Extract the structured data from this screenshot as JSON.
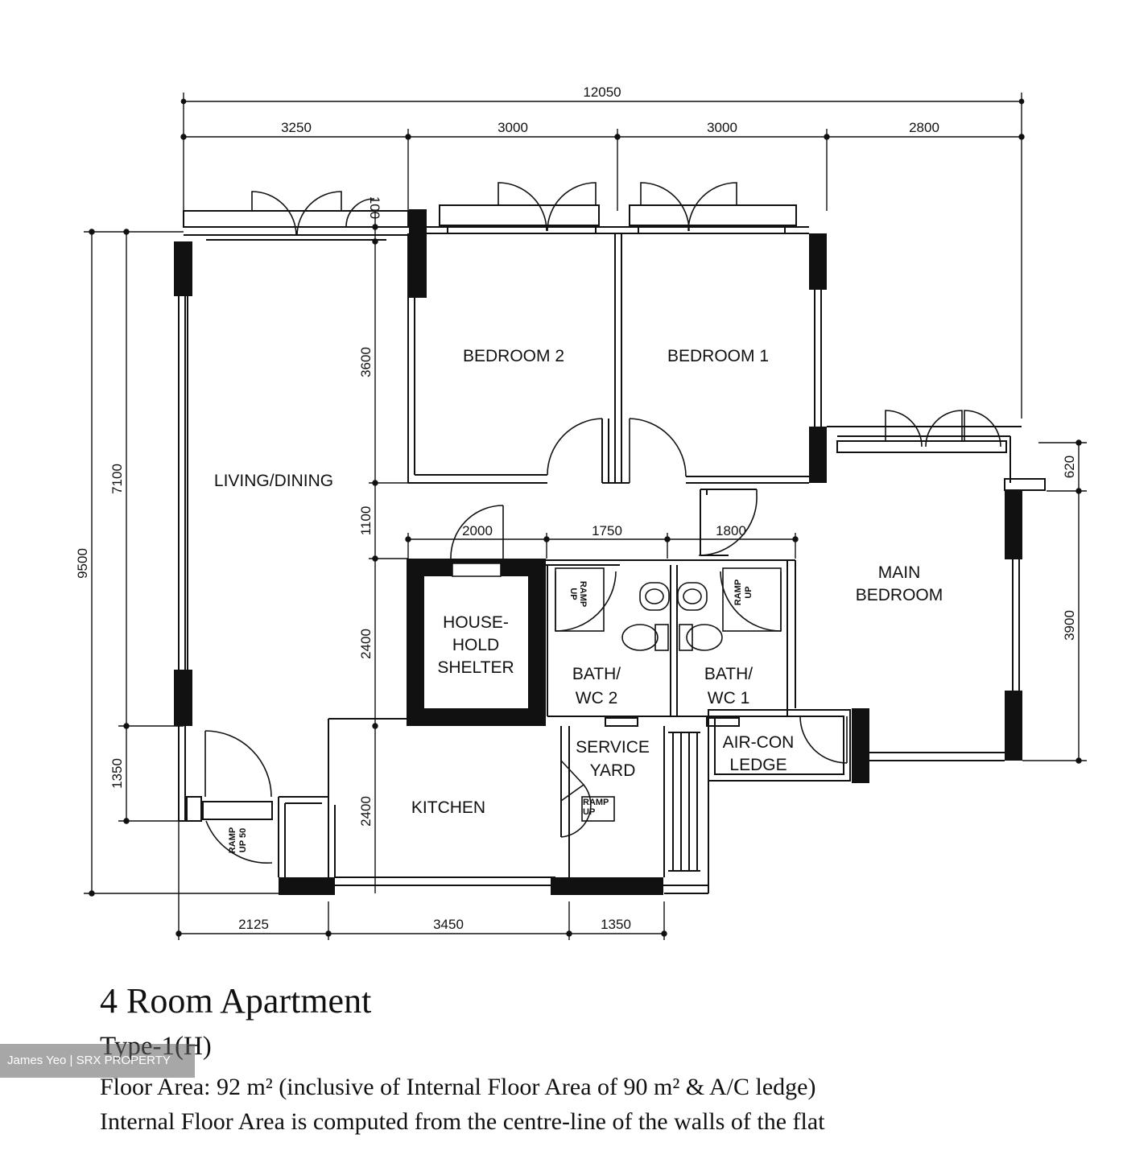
{
  "dimensions": {
    "overall_width": "12050",
    "top": [
      "3250",
      "3000",
      "3000",
      "2800"
    ],
    "middle": [
      "2000",
      "1750",
      "1800"
    ],
    "bottom": [
      "2125",
      "3450",
      "1350"
    ],
    "left_total": "9500",
    "left_inner": "7100",
    "left_lower": "1350",
    "inner_vertical": [
      "100",
      "3600",
      "1100",
      "2400",
      "2400"
    ],
    "right": [
      "620",
      "3900"
    ]
  },
  "rooms": {
    "bedroom_2": "BEDROOM 2",
    "bedroom_1": "BEDROOM 1",
    "living_dining": "LIVING/DINING",
    "main_bedroom": [
      "MAIN",
      "BEDROOM"
    ],
    "household_shelter": [
      "HOUSE-",
      "HOLD",
      "SHELTER"
    ],
    "bath_wc_2": [
      "BATH/",
      "WC 2"
    ],
    "bath_wc_1": [
      "BATH/",
      "WC 1"
    ],
    "service_yard": [
      "SERVICE",
      "YARD"
    ],
    "aircon_ledge": [
      "AIR-CON",
      "LEDGE"
    ],
    "kitchen": "KITCHEN"
  },
  "ramps": {
    "ramp_up": [
      "RAMP",
      "UP"
    ],
    "ramp_up_50": [
      "RAMP",
      "UP 50"
    ]
  },
  "caption": {
    "title": "4 Room Apartment",
    "type": "Type-1(H)",
    "floor_area": "Floor Area: 92 m² (inclusive of Internal Floor Area of 90 m² & A/C ledge)",
    "note": "Internal Floor Area is computed from the centre-line of the walls of the flat"
  },
  "watermark": "James Yeo | SRX PROPERTY"
}
